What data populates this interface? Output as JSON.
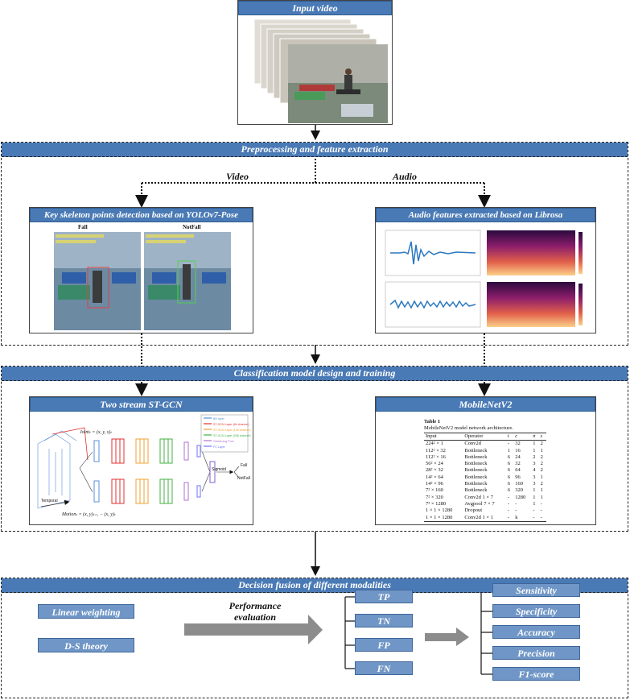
{
  "input": {
    "title": "Input video"
  },
  "stages": {
    "preprocessing": "Preprocessing and feature extraction",
    "classification": "Classification model design and training",
    "fusion": "Decision fusion of different modalities"
  },
  "branches": {
    "video": "Video",
    "audio": "Audio"
  },
  "panels": {
    "skeleton": {
      "title": "Key skeleton points detection based on YOLOv7-Pose",
      "left_label": "Fall",
      "right_label": "NotFall"
    },
    "librosa": {
      "title": "Audio features extracted based on Librosa"
    },
    "stgcn": {
      "title": "Two stream ST-GCN",
      "joint_formula": "Jointₜ = (x, y, s)ₜ",
      "motion_formula": "Motionₜ = (x, y)ₜ₊₁ − (x, y)ₜ",
      "temporal": "Temporal",
      "outputs": [
        "Fall",
        "NotFall"
      ],
      "sigmoid": "Sigmoid",
      "legend": [
        "BN layer",
        "ST-GCN Layer (64 channel)",
        "ST-GCN Layer (128 channel)",
        "ST-GCN Layer (256 channel)",
        "Global avg Pool",
        "FC Layer"
      ],
      "legend_colors": [
        "#5a8fd6",
        "#e03030",
        "#f0a030",
        "#40b040",
        "#b070d0",
        "#7070ff"
      ]
    },
    "mobilenet": {
      "title": "MobileNetV2",
      "table_caption": "Table 1",
      "table_subcaption": "MobileNetV2 model network architecture.",
      "headers": [
        "Input",
        "Operator",
        "t",
        "c",
        "n",
        "s"
      ],
      "rows": [
        [
          "224² × 1",
          "Conv2d",
          "-",
          "32",
          "1",
          "2"
        ],
        [
          "112² × 32",
          "Bottleneck",
          "1",
          "16",
          "1",
          "1"
        ],
        [
          "112² × 16",
          "Bottleneck",
          "6",
          "24",
          "2",
          "2"
        ],
        [
          "56² × 24",
          "Bottleneck",
          "6",
          "32",
          "3",
          "2"
        ],
        [
          "28² × 32",
          "Bottleneck",
          "6",
          "64",
          "4",
          "2"
        ],
        [
          "14² × 64",
          "Bottleneck",
          "6",
          "96",
          "3",
          "1"
        ],
        [
          "14² × 96",
          "Bottleneck",
          "6",
          "160",
          "3",
          "2"
        ],
        [
          "7² × 160",
          "Bottleneck",
          "6",
          "320",
          "1",
          "1"
        ],
        [
          "7² × 320",
          "Conv2d 1 × 7",
          "-",
          "1280",
          "1",
          "1"
        ],
        [
          "7² × 1280",
          "Avgpool 7 × 7",
          "-",
          "-",
          "1",
          "-"
        ],
        [
          "1 × 1 × 1280",
          "Dropout",
          "-",
          "-",
          "-",
          "-"
        ],
        [
          "1 × 1 × 1280",
          "Conv2d 1 × 1",
          "-",
          "k",
          "-",
          "-"
        ]
      ]
    }
  },
  "fusion": {
    "methods": [
      "Linear weighting",
      "D-S theory"
    ],
    "arrow_label_1": "Performance",
    "arrow_label_2": "evaluation",
    "confusion": [
      "TP",
      "TN",
      "FP",
      "FN"
    ],
    "metrics": [
      "Sensitivity",
      "Specificity",
      "Accuracy",
      "Precision",
      "F1-score"
    ]
  },
  "colors": {
    "accent": "#4a7ab5",
    "pill": "#6f96c6",
    "arrow": "#888888"
  }
}
